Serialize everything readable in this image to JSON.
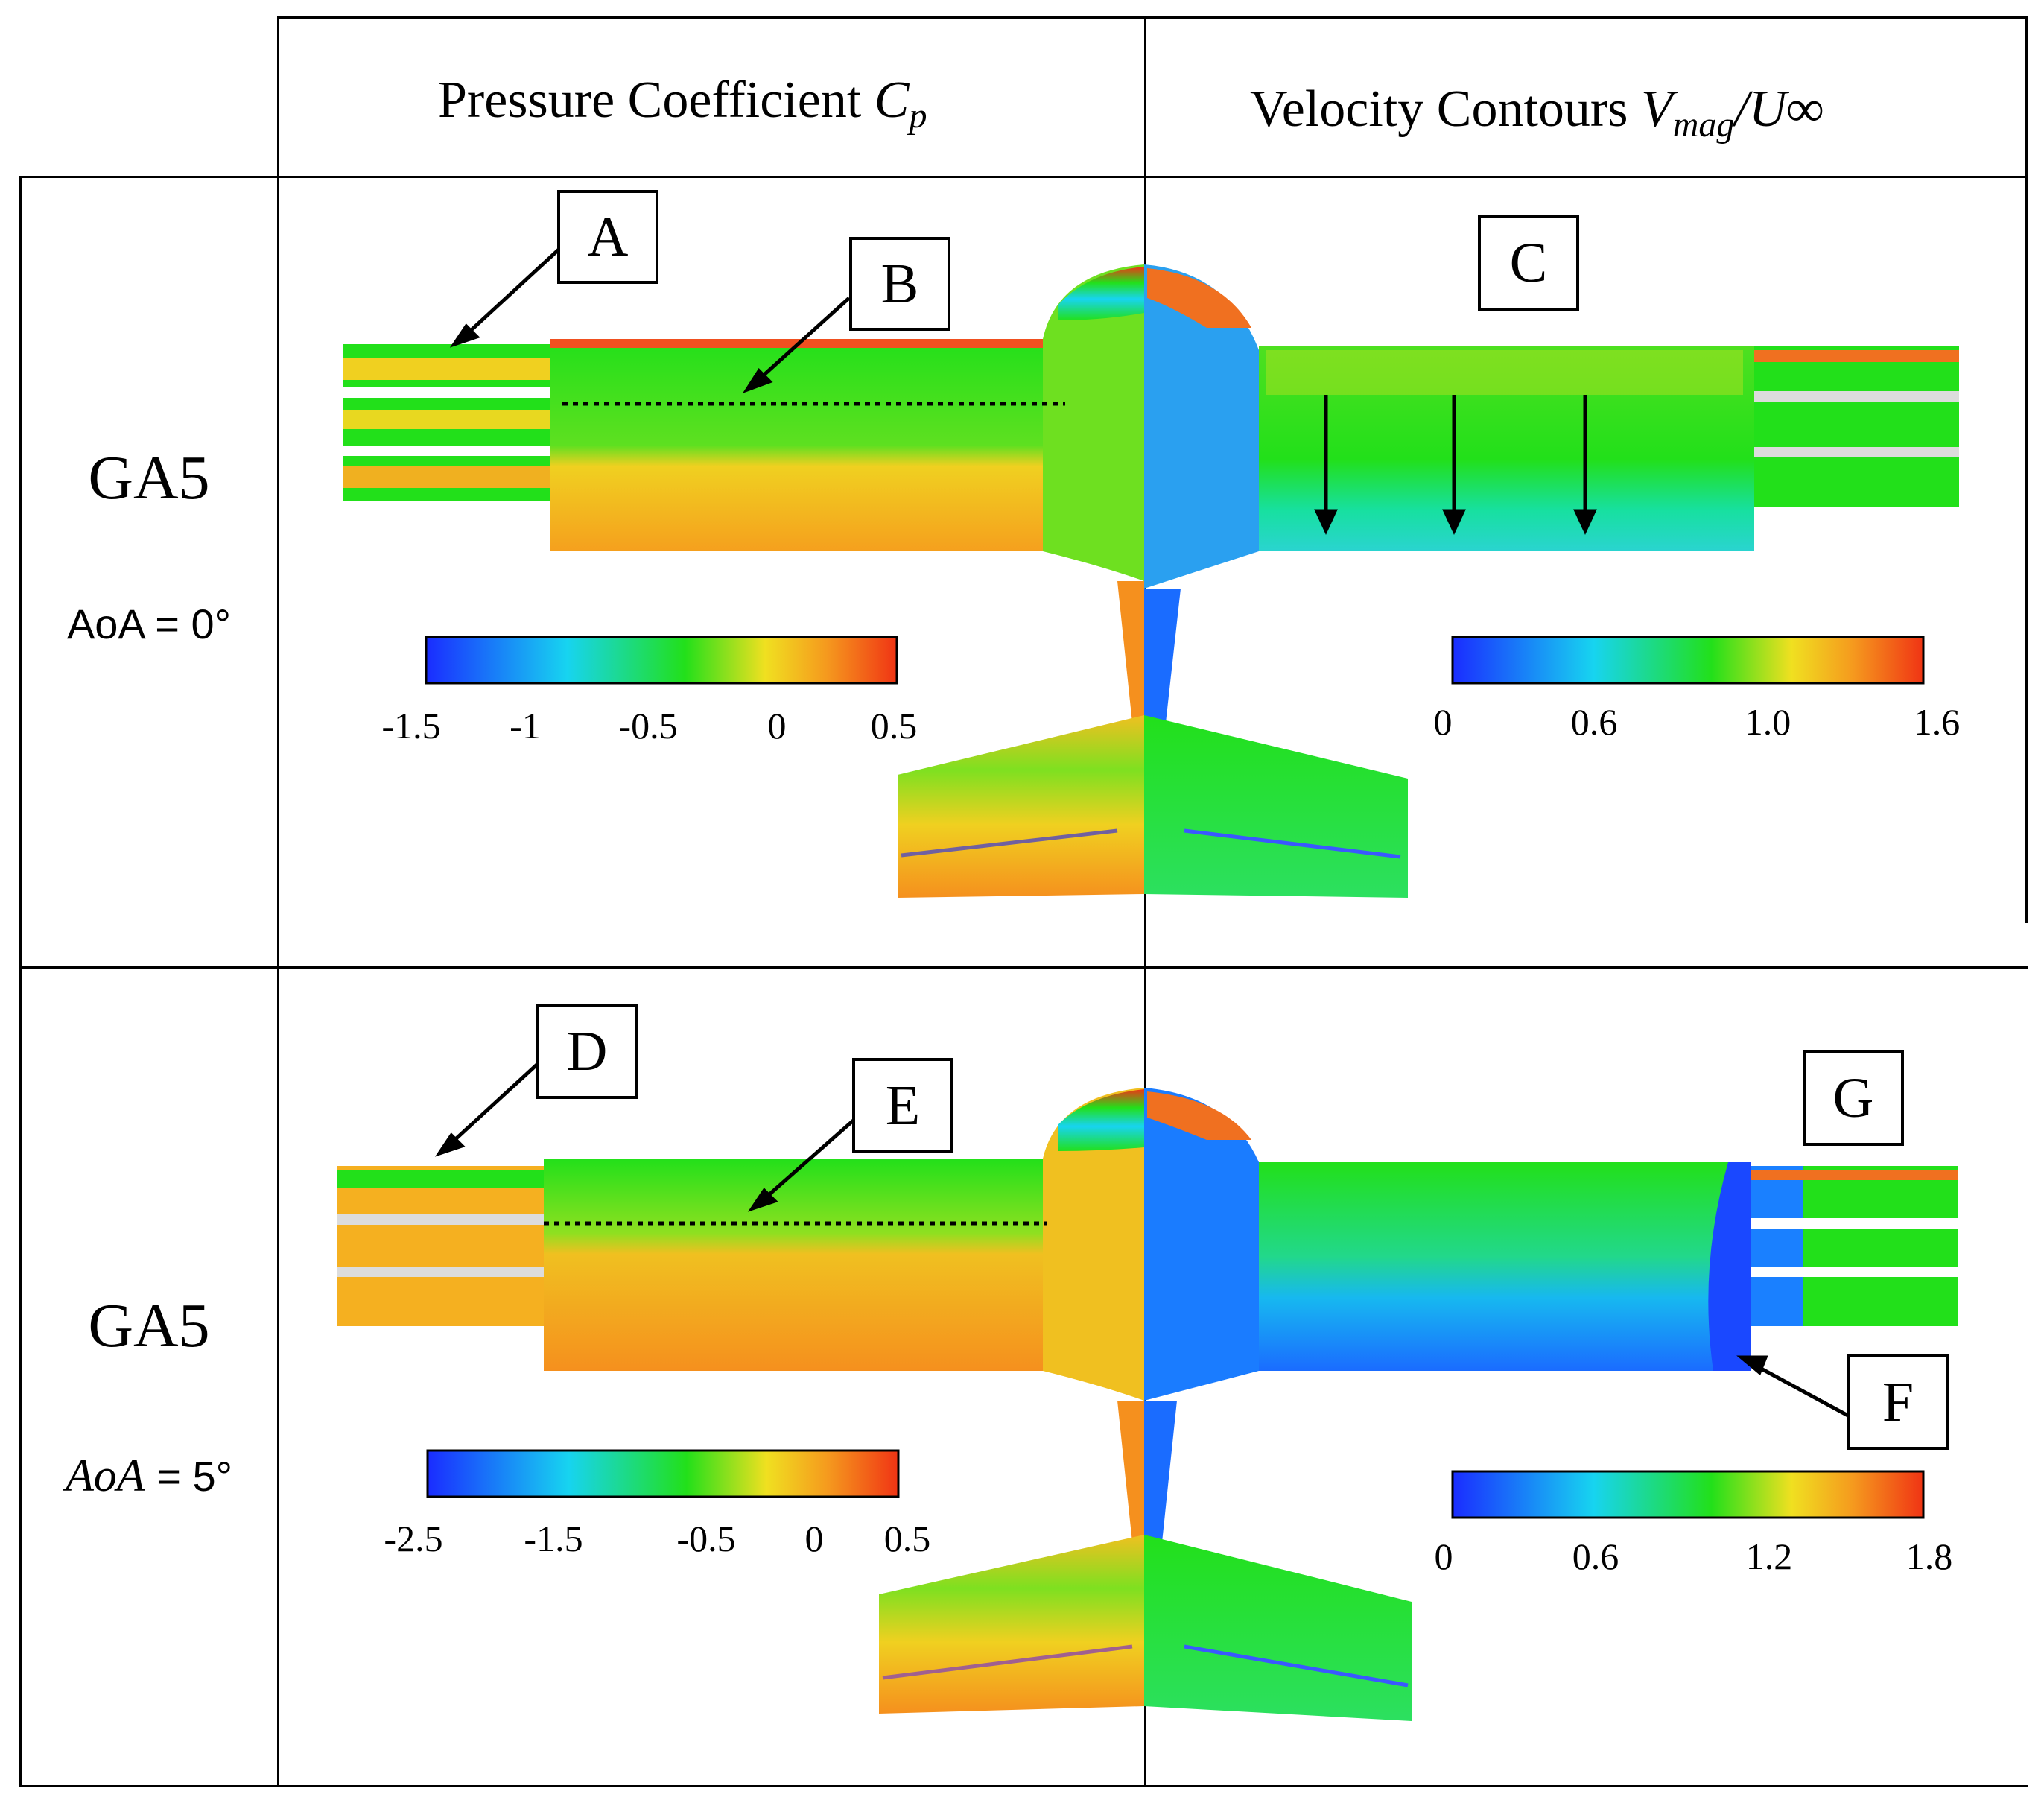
{
  "header": {
    "cp_title": "Pressure Coefficient",
    "cp_symbol": "C",
    "cp_sub": "p",
    "vel_title": "Velocity Contours",
    "vel_symbol": "V",
    "vel_sub": "mag",
    "vel_rest": "/U∞"
  },
  "rows": [
    {
      "model": "GA5",
      "aoa_text": "AoA = 0°",
      "cp_colorbar": {
        "ticks": [
          "-1.5",
          "-1",
          "-0.5",
          "0",
          "0.5"
        ]
      },
      "vel_colorbar": {
        "ticks": [
          "0",
          "0.6",
          "1.0",
          "1.6"
        ]
      },
      "callouts": [
        "A",
        "B",
        "C"
      ]
    },
    {
      "model": "GA5",
      "aoa_prefix": "AoA",
      "aoa_suffix": " = 5°",
      "cp_colorbar": {
        "ticks": [
          "-2.5",
          "-1.5",
          "-0.5",
          "0",
          "0.5"
        ]
      },
      "vel_colorbar": {
        "ticks": [
          "0",
          "0.6",
          "1.2",
          "1.8"
        ]
      },
      "callouts": [
        "D",
        "E",
        "F",
        "G"
      ]
    }
  ],
  "colors": {
    "jet_blue": "#1a2cff",
    "jet_cyan": "#17d4f0",
    "jet_green": "#22e01a",
    "jet_yellow": "#f0e020",
    "jet_orange": "#f59a1e",
    "jet_red": "#f03414"
  }
}
